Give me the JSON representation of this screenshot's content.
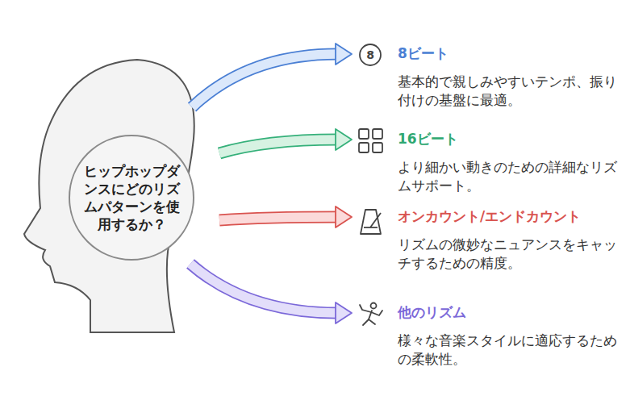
{
  "diagram": {
    "nodes": [
      {
        "text": [
          "ヒップホップダンスにどのリズムパターンを使用するか？"
        ]
      },
      {
        "text": [
          "8ビート",
          "基本的で親しみやすいテンポ、振り付けの基盤に最適。"
        ]
      },
      {
        "text": [
          "16ビート",
          "より細かい動きのための詳細なリズムサポート。"
        ]
      },
      {
        "text": [
          "オンカウント/エンドカウント",
          "リズムの微妙なニュアンスをキャッチするための精度。"
        ]
      },
      {
        "text": [
          "他のリズム",
          "様々な音楽スタイルに適応するための柔軟性。"
        ]
      }
    ],
    "edges": [
      {
        "from": 0,
        "to": 1,
        "arrow": "to"
      },
      {
        "from": 0,
        "to": 2,
        "arrow": "to"
      },
      {
        "from": 0,
        "to": 3,
        "arrow": "to"
      },
      {
        "from": 0,
        "to": 4,
        "arrow": "to"
      }
    ],
    "labels": [
      "8"
    ]
  }
}
